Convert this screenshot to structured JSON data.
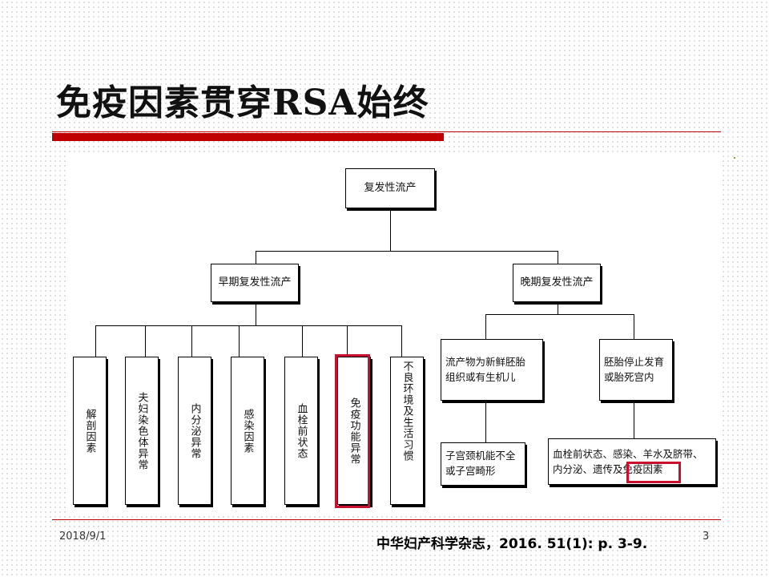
{
  "slide": {
    "title": "免疫因素贯穿RSA始终",
    "date": "2018/9/1",
    "citation": "中华妇产科学杂志，2016. 51(1): p. 3-9.",
    "page_number": "3"
  },
  "diagram": {
    "root": "复发性流产",
    "early": {
      "label": "早期复发性流产",
      "causes": [
        "解剖因素",
        "夫妇染色体异常",
        "内分泌异常",
        "感染因素",
        "血栓前状态",
        "免疫功能异常",
        "不良环境及生活习惯"
      ]
    },
    "late": {
      "label": "晚期复发性流产",
      "fresh": {
        "line1": "流产物为新鲜胚胎",
        "line2": "组织或有生机儿",
        "cause_line1": "子宫颈机能不全",
        "cause_line2": "或子宫畸形"
      },
      "arrest": {
        "line1": "胚胎停止发育",
        "line2": "或胎死宫内",
        "cause_line1": "血栓前状态、感染、羊水及脐带、",
        "cause_line2_prefix": "内分泌、遗传及",
        "cause_line2_hl": "免疫因素"
      }
    }
  },
  "colors": {
    "accent": "#c00000",
    "highlight": "#c8102e"
  }
}
